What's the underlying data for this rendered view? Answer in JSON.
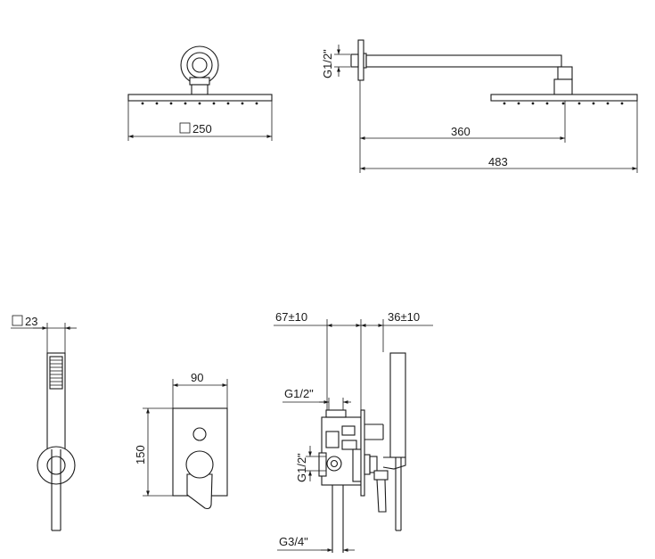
{
  "dimensions": {
    "head_size": "250",
    "thread_arm": "G1/2\"",
    "arm_projection": "360",
    "overall_length": "483",
    "handshower_size": "23",
    "plate_width": "90",
    "plate_height": "150",
    "depth_front": "67±10",
    "depth_rear": "36±10",
    "thread_outlet_top": "G1/2\"",
    "thread_outlet_side": "G1/2\"",
    "thread_inlet": "G3/4\""
  },
  "colors": {
    "line": "#1a1a1a",
    "background": "#ffffff"
  }
}
